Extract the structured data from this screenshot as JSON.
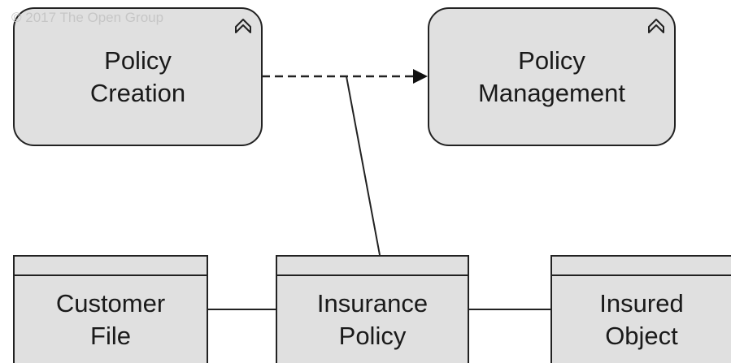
{
  "copyright": "© 2017 The Open Group",
  "elements": {
    "policy_creation": {
      "label": "Policy\nCreation"
    },
    "policy_management": {
      "label": "Policy\nManagement"
    },
    "customer_file": {
      "label": "Customer\nFile"
    },
    "insurance_policy": {
      "label": "Insurance\nPolicy"
    },
    "insured_object": {
      "label": "Insured\nObject"
    }
  },
  "icons": {
    "process_icon": "chevron-up-icon"
  },
  "colors": {
    "fill": "#e0e0e0",
    "stroke": "#222222",
    "watermark": "#c6c6c6"
  }
}
